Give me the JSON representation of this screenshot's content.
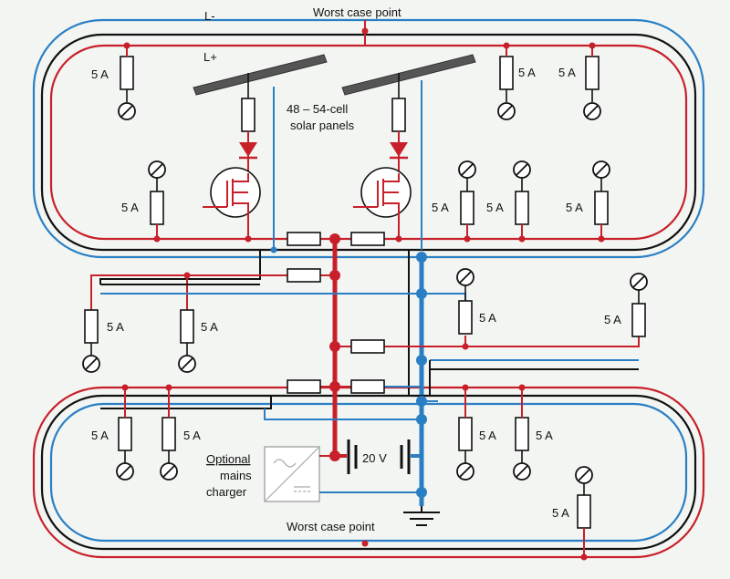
{
  "labels": {
    "worst_top": "Worst case point",
    "worst_bottom": "Worst case point",
    "l_minus": "L-",
    "l_plus": "L+",
    "panels_line1": "48 – 54-cell",
    "panels_line2": "solar panels",
    "battery": "20 V",
    "charger_line1": "Optional",
    "charger_line2": "mains",
    "charger_line3": "charger",
    "fuse": "5 A"
  },
  "colors": {
    "positive": "#c8202a",
    "negative": "#2a7fc4",
    "black": "#111111",
    "panel": "#555555",
    "background": "#f2f5f2"
  }
}
